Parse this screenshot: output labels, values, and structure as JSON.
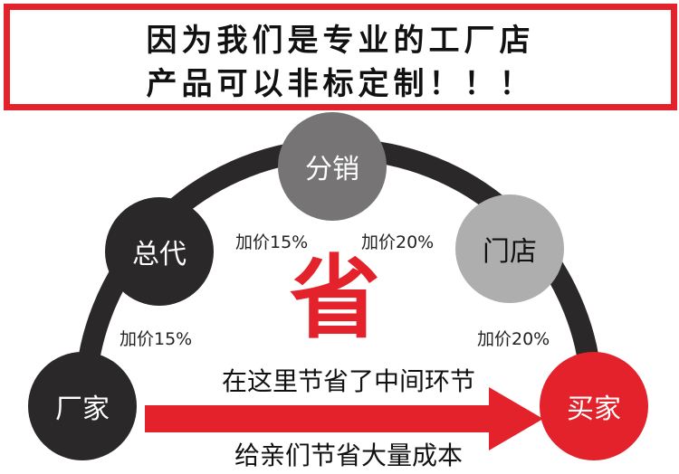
{
  "banner": {
    "line1": "因为我们是专业的工厂店",
    "line2": "产品可以非标定制！！！"
  },
  "nodes": {
    "factory": "厂家",
    "general_agent": "总代",
    "distribution": "分销",
    "store": "门店",
    "buyer": "买家"
  },
  "markups": {
    "factory_to_agent": "加价15%",
    "agent_to_distribution": "加价15%",
    "distribution_to_store": "加价20%",
    "store_to_buyer": "加价20%"
  },
  "center_char": "省",
  "arrow": {
    "top_text": "在这里节省了中间环节",
    "bottom_text": "给亲们节省大量成本"
  },
  "colors": {
    "accent_red": "#e3222b",
    "dark_node": "#2a2829",
    "mid_node": "#767475",
    "light_node": "#aeaeae"
  }
}
